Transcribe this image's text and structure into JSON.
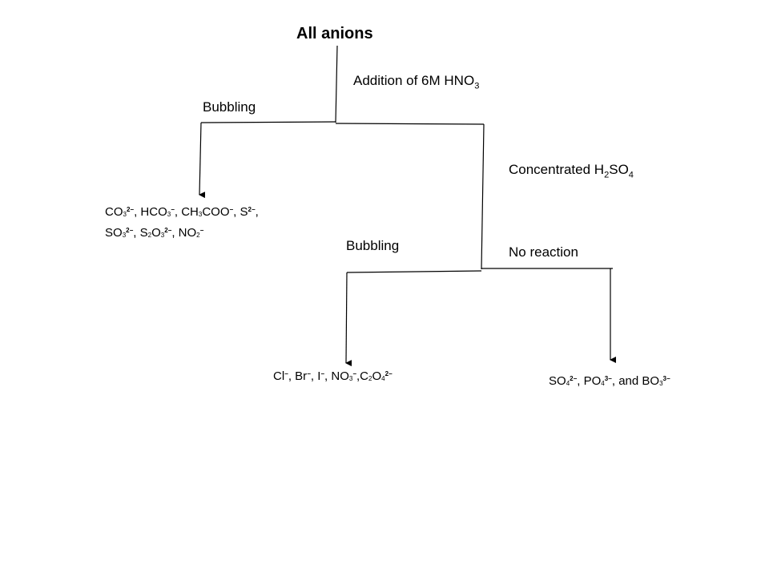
{
  "title": "All anions",
  "step1": {
    "reagent": {
      "text": "Addition of 6M HNO",
      "sub": "3"
    },
    "branch_left": "Bubbling"
  },
  "group_bubbling_acid": {
    "line1": [
      {
        "t": "CO"
      },
      {
        "sub": "3"
      },
      {
        "sup": "2−"
      },
      {
        "t": ", HCO"
      },
      {
        "sub": "3"
      },
      {
        "sup": "−"
      },
      {
        "t": ", CH"
      },
      {
        "sub": "3"
      },
      {
        "t": "COO"
      },
      {
        "sup": "−"
      },
      {
        "t": ", S"
      },
      {
        "sup": "2−"
      },
      {
        "t": ","
      }
    ],
    "line2": [
      {
        "t": "SO"
      },
      {
        "sub": "3"
      },
      {
        "sup": "2−"
      },
      {
        "t": ", S"
      },
      {
        "sub": "2"
      },
      {
        "t": "O"
      },
      {
        "sub": "3"
      },
      {
        "sup": "2−"
      },
      {
        "t": ", NO"
      },
      {
        "sub": "2"
      },
      {
        "sup": "−"
      }
    ]
  },
  "step2": {
    "reagent": {
      "pre": "Concentrated H",
      "sub1": "2",
      "mid": "SO",
      "sub2": "4"
    },
    "branch_left": "Bubbling",
    "branch_right": "No reaction"
  },
  "group_bubbling_sulfuric": [
    {
      "t": "Cl"
    },
    {
      "sup": "−"
    },
    {
      "t": ", Br"
    },
    {
      "sup": "−"
    },
    {
      "t": ", I"
    },
    {
      "sup": "−"
    },
    {
      "t": ", NO"
    },
    {
      "sub": "3"
    },
    {
      "sup": "−"
    },
    {
      "t": ",C"
    },
    {
      "sub": "2"
    },
    {
      "t": "O"
    },
    {
      "sub": "4"
    },
    {
      "sup": "2−"
    }
  ],
  "group_no_reaction": [
    {
      "t": "SO"
    },
    {
      "sub": "4"
    },
    {
      "sup": "2−"
    },
    {
      "t": ", PO"
    },
    {
      "sub": "4"
    },
    {
      "sup": "3−"
    },
    {
      "t": ", and BO"
    },
    {
      "sub": "3"
    },
    {
      "sup": "3−"
    }
  ],
  "colors": {
    "line": "#000000",
    "text": "#000000",
    "background": "#ffffff"
  }
}
